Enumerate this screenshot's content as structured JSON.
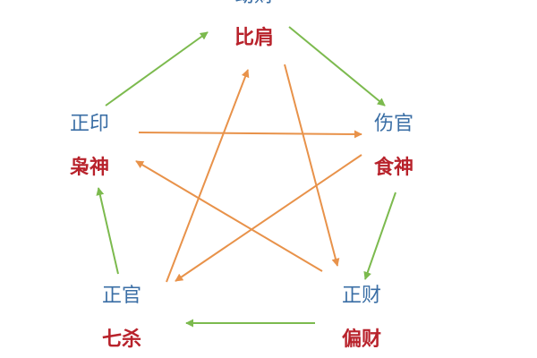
{
  "nodes": {
    "top": {
      "upper": "劫财",
      "lower": "比肩"
    },
    "left": {
      "upper": "正印",
      "lower": "枭神"
    },
    "right": {
      "upper": "伤官",
      "lower": "食神"
    },
    "bottom_left": {
      "upper": "正官",
      "lower": "七杀"
    },
    "bottom_right": {
      "upper": "正财",
      "lower": "偏财"
    }
  },
  "colors": {
    "upper_text": "#3a6ea5",
    "lower_text": "#b8222b",
    "cycle_arrow": "#7cba4e",
    "star_arrow": "#e8924a"
  }
}
